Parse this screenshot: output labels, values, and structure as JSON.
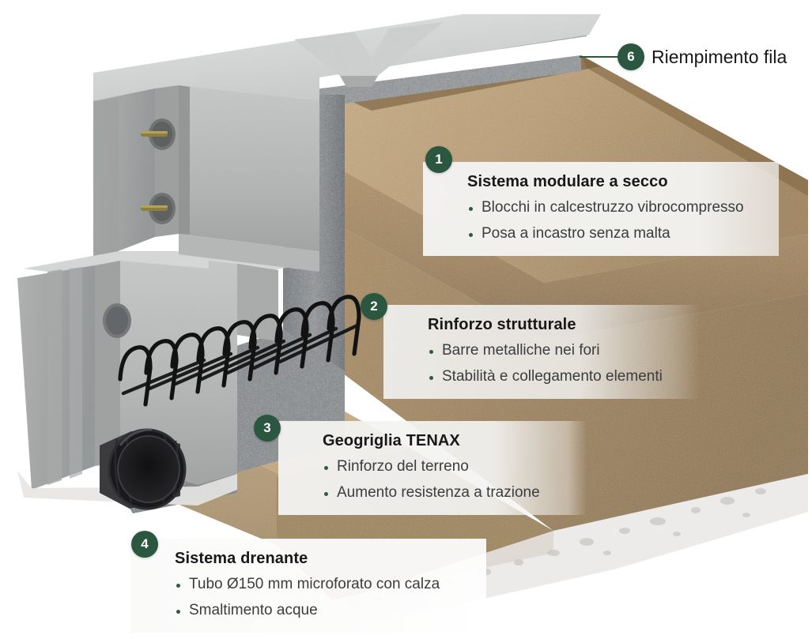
{
  "diagram": {
    "subject": "Muro di sostegno modulare a secco - sezione 3D",
    "accent_color": "#2b5741",
    "badge_text_color": "#ffffff",
    "bullet_color": "#2e5a43",
    "title_color": "#18181a",
    "body_color": "#3a3c3d",
    "background_color": "#ffffff",
    "concrete_color": "#b9bcbb",
    "gravel_color": "#8e9295",
    "soil_color": "#b59668",
    "pipe_color": "#1d1d1f",
    "rebar_color": "#8a7a3d",
    "geogrid_color": "#141414"
  },
  "callouts": [
    {
      "number": "1",
      "title": "Sistema modulare a secco",
      "bullets": [
        "Blocchi in calcestruzzo vibrocompresso",
        "Posa a incastro senza malta"
      ]
    },
    {
      "number": "2",
      "title": "Rinforzo strutturale",
      "bullets": [
        "Barre metalliche nei fori",
        "Stabilità e collegamento elementi"
      ]
    },
    {
      "number": "3",
      "title": "Geogriglia TENAX",
      "bullets": [
        "Rinforzo del terreno",
        "Aumento resistenza a trazione"
      ]
    },
    {
      "number": "4",
      "title": "Sistema drenante",
      "bullets": [
        "Tubo Ø150 mm microforato con calza",
        "Smaltimento acque"
      ]
    }
  ],
  "leader_callout": {
    "number": "6",
    "label": "Riempimento fila"
  }
}
